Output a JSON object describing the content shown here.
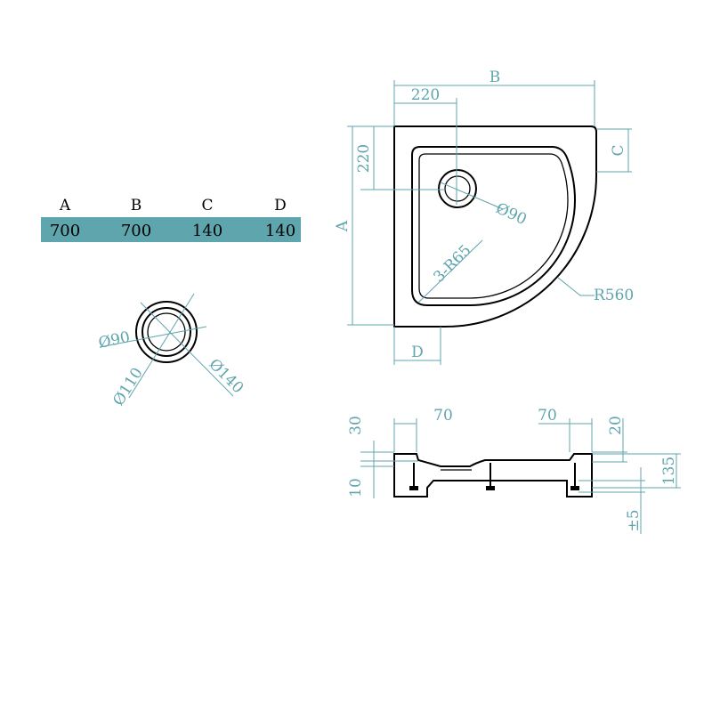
{
  "table": {
    "headers": [
      "A",
      "B",
      "C",
      "D"
    ],
    "values": [
      "700",
      "700",
      "140",
      "140"
    ],
    "row_color": "#5fa5ae"
  },
  "top_view": {
    "dim_b": "B",
    "dim_220_top": "220",
    "dim_220_left": "220",
    "dim_a": "A",
    "dim_c": "C",
    "dim_d": "D",
    "drain": "Ø90",
    "corner_radius": "3-R65",
    "arc_radius": "R560"
  },
  "drain_detail": {
    "d90": "Ø90",
    "d110": "Ø110",
    "d140": "Ø140"
  },
  "side_view": {
    "w70_left": "70",
    "w70_right": "70",
    "h30": "30",
    "h10": "10",
    "h20": "20",
    "h135": "135",
    "tol": "±5"
  },
  "colors": {
    "dimension": "#5fa5ae",
    "outline": "#000000"
  }
}
